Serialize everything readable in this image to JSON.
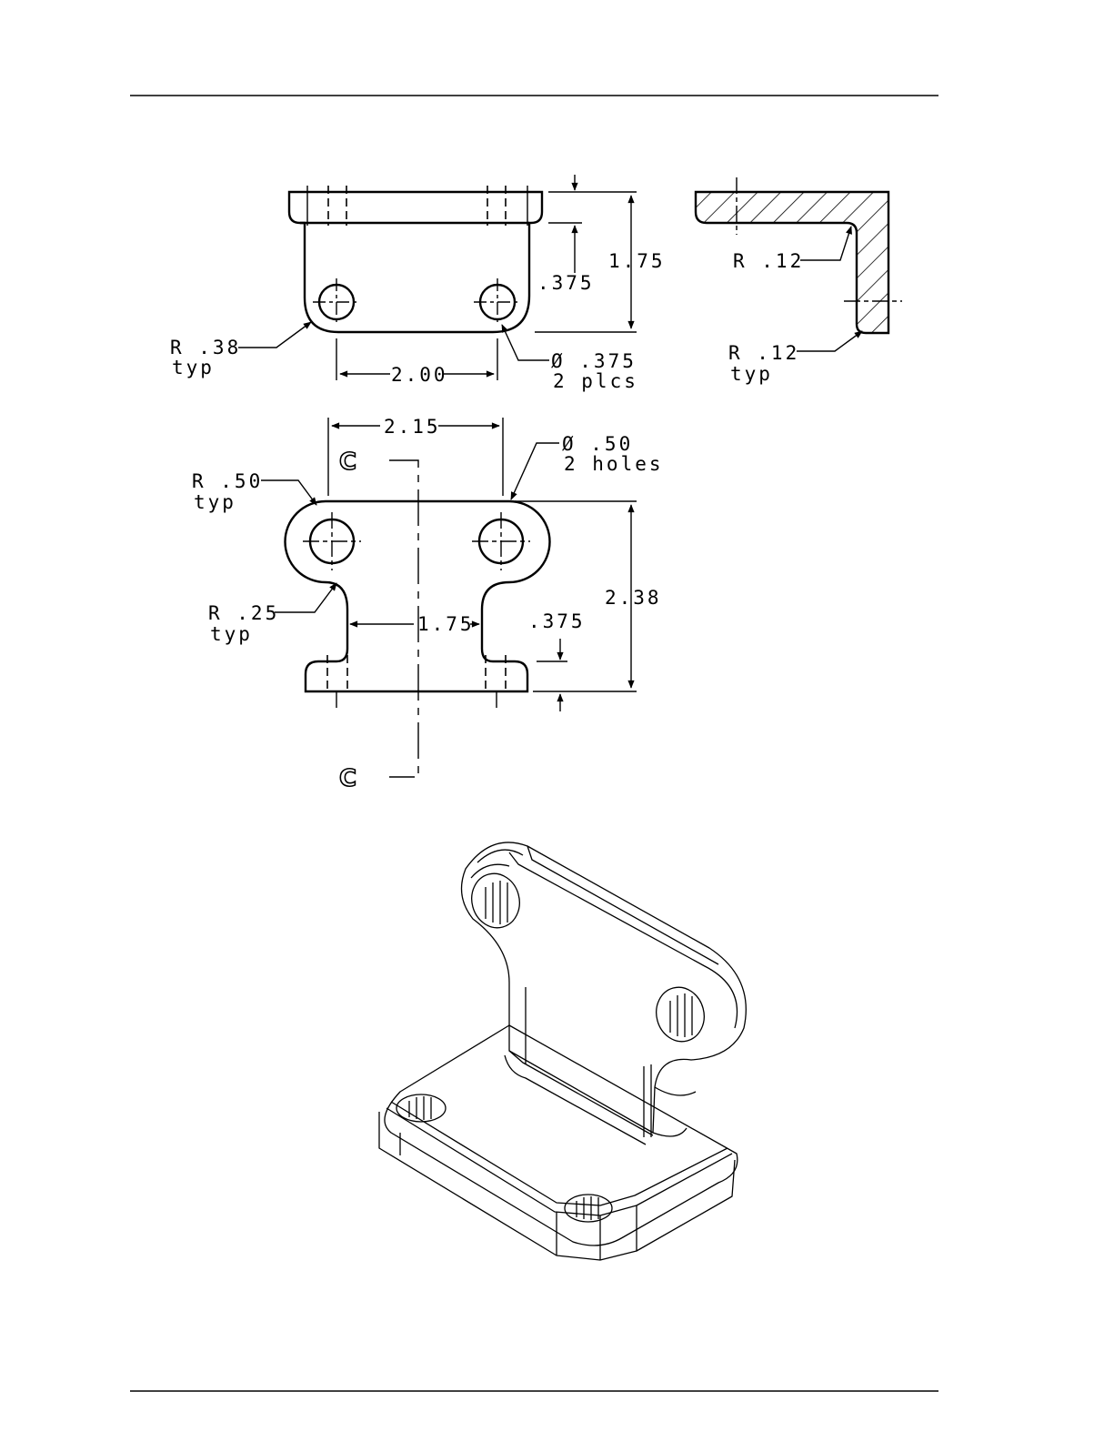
{
  "front_view": {
    "dim_height_total": "1.75",
    "dim_flange_thickness": ".375",
    "dim_hole_spacing": "2.00",
    "radius_label": "R .38",
    "radius_note": "typ",
    "hole_label": "Ø .375",
    "hole_note": "2 plcs"
  },
  "section_view": {
    "radius_inner_label": "R .12",
    "radius_outer_label": "R .12",
    "radius_outer_note": "typ"
  },
  "top_view": {
    "dim_hole_spacing": "2.15",
    "hole_label": "Ø .50",
    "hole_note": "2 holes",
    "radius_top_label": "R .50",
    "radius_top_note": "typ",
    "radius_neck_label": "R .25",
    "radius_neck_note": "typ",
    "dim_neck_width": "1.75",
    "dim_flange_thickness": ".375",
    "dim_height_total": "2.38",
    "section_marker_top": "C",
    "section_marker_bottom": "C"
  }
}
